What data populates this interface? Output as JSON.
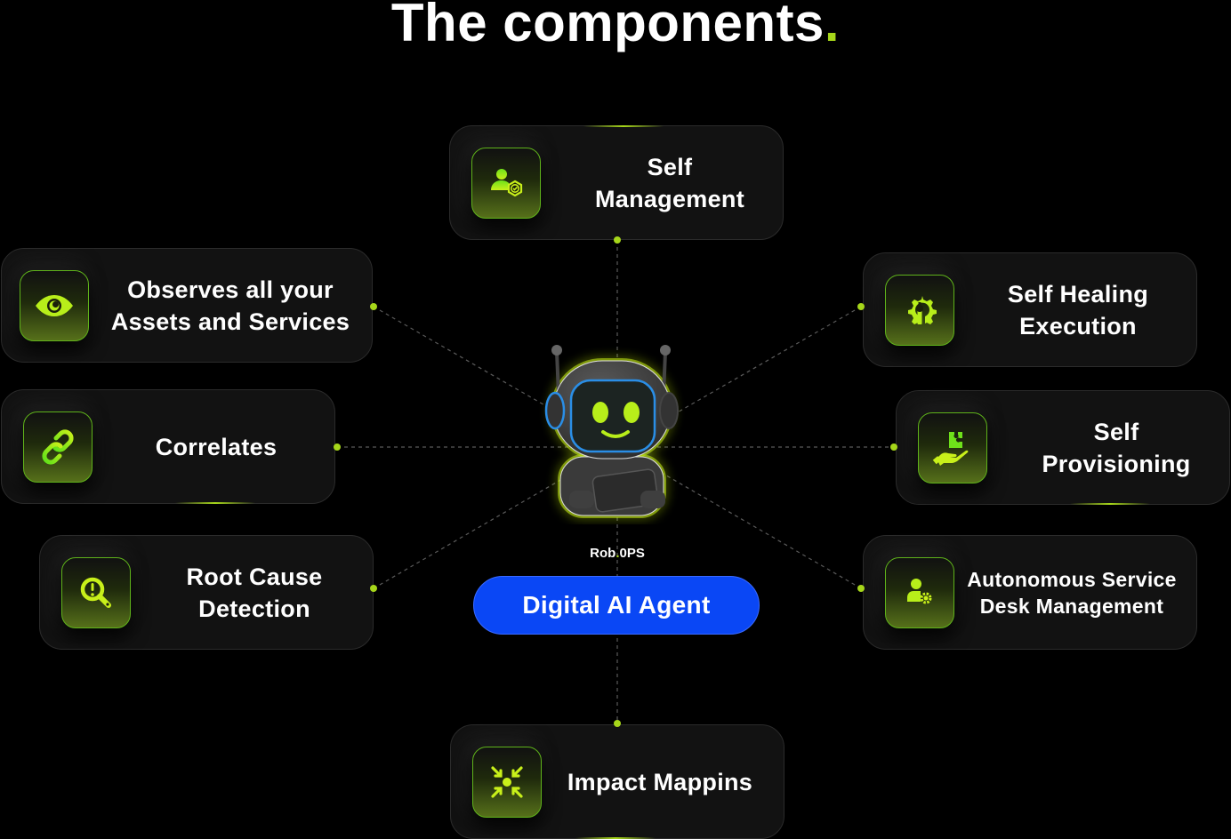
{
  "header": {
    "title": "The components",
    "title_dot": "."
  },
  "center": {
    "mascot_icon": "robot-mascot-icon",
    "name_prefix": "Rob",
    "name_dot": ".",
    "name_suffix": "0PS",
    "button_label": "Digital AI Agent",
    "button_color": "#0a47f5"
  },
  "colors": {
    "background": "#000000",
    "card_background": "#121212",
    "accent": "#a6d61a",
    "connector": "#5a5a5a"
  },
  "components": [
    {
      "id": "self-management",
      "label_line1": "Self",
      "label_line2": "Management",
      "icon": "user-shield-check-icon"
    },
    {
      "id": "observes",
      "label_line1": "Observes all your",
      "label_line2": "Assets and Services",
      "icon": "eye-icon"
    },
    {
      "id": "self-healing",
      "label_line1": "Self Healing",
      "label_line2": "Execution",
      "icon": "gear-wrench-icon"
    },
    {
      "id": "correlates",
      "label_line1": "Correlates",
      "label_line2": "",
      "icon": "chain-link-icon"
    },
    {
      "id": "self-provisioning",
      "label_line1": "Self",
      "label_line2": "Provisioning",
      "icon": "hand-puzzle-icon"
    },
    {
      "id": "root-cause",
      "label_line1": "Root Cause",
      "label_line2": "Detection",
      "icon": "magnifier-alert-icon"
    },
    {
      "id": "service-desk",
      "label_line1": "Autonomous Service",
      "label_line2": "Desk Management",
      "icon": "user-gear-icon"
    },
    {
      "id": "impact-mapping",
      "label_line1": "Impact Mappins",
      "label_line2": "",
      "icon": "arrows-converge-icon"
    }
  ]
}
